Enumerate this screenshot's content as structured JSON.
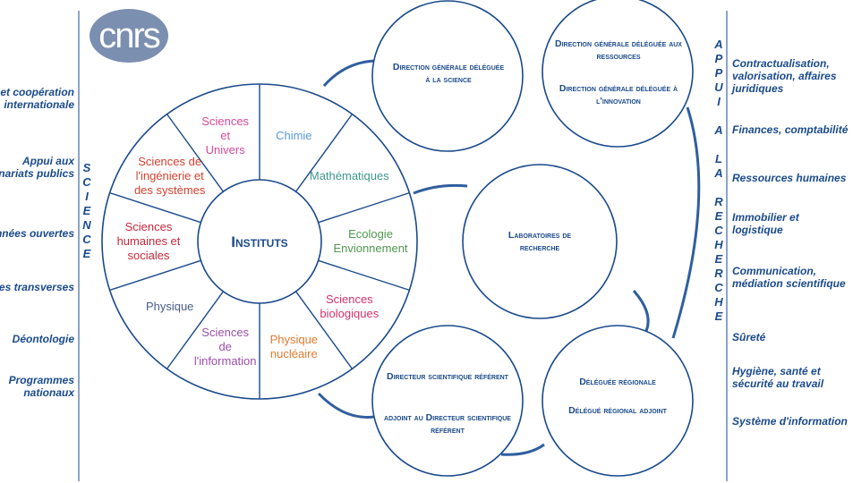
{
  "logo": {
    "text": "cnrs"
  },
  "left_items": [
    "Europe et coopération internationale",
    "Appui aux partenariats publics",
    "Données ouvertes",
    "Initiatives transverses",
    "Déontologie",
    "Programmes nationaux"
  ],
  "left_vertical_word": [
    "S",
    "C",
    "I",
    "E",
    "N",
    "C",
    "E"
  ],
  "right_vertical_word": [
    "A",
    "P",
    "P",
    "U",
    "I",
    "",
    "A",
    "",
    "L",
    "A",
    "",
    "R",
    "E",
    "C",
    "H",
    "E",
    "R",
    "C",
    "H",
    "E"
  ],
  "right_items": [
    "Contractualisation, valorisation, affaires juridiques",
    "Finances, comptabilité",
    "Ressources humaines",
    "Immobilier et logistique",
    "Communication, médiation scientifique",
    "Sûreté",
    "Hygiène, santé et sécurité au travail",
    "Système d'information"
  ],
  "wheel": {
    "center_label": "Instituts",
    "segments": [
      {
        "label": "Chimie",
        "color": "#5b9bd5"
      },
      {
        "label": "Mathématiques",
        "color": "#3d9a8b"
      },
      {
        "label": "Ecologie Envionnement",
        "color": "#4e9a4e"
      },
      {
        "label": "Sciences biologiques",
        "color": "#d4326e"
      },
      {
        "label": "Physique nucléaire",
        "color": "#e07a2e"
      },
      {
        "label": "Sciences de l'information",
        "color": "#9b4fa8"
      },
      {
        "label": "Physique",
        "color": "#4a5c8a"
      },
      {
        "label": "Sciences humaines et sociales",
        "color": "#c8283c"
      },
      {
        "label": "Sciences de l'ingénierie et des systèmes",
        "color": "#d4402e"
      },
      {
        "label": "Sciences et Univers",
        "color": "#d64a9a"
      }
    ]
  },
  "circles": {
    "dg_science": "Direction générale déléguée à la science",
    "dg_ressources": "Direction générale déléguée aux ressources",
    "dg_innovation": "Direction générale déléguée à l'innovation",
    "laboratoires": "Laboratoires de recherche",
    "directeur": "Directeur scientifique référent",
    "adjoint": "adjoint au Directeur scientifique référent",
    "regionale": "Déléguée régionale",
    "regional_adjoint": "Délégué régional adjoint"
  },
  "colors": {
    "primary": "#1a4a8c",
    "logo": "#7b8fb0",
    "connector": "#2f5f9e"
  }
}
